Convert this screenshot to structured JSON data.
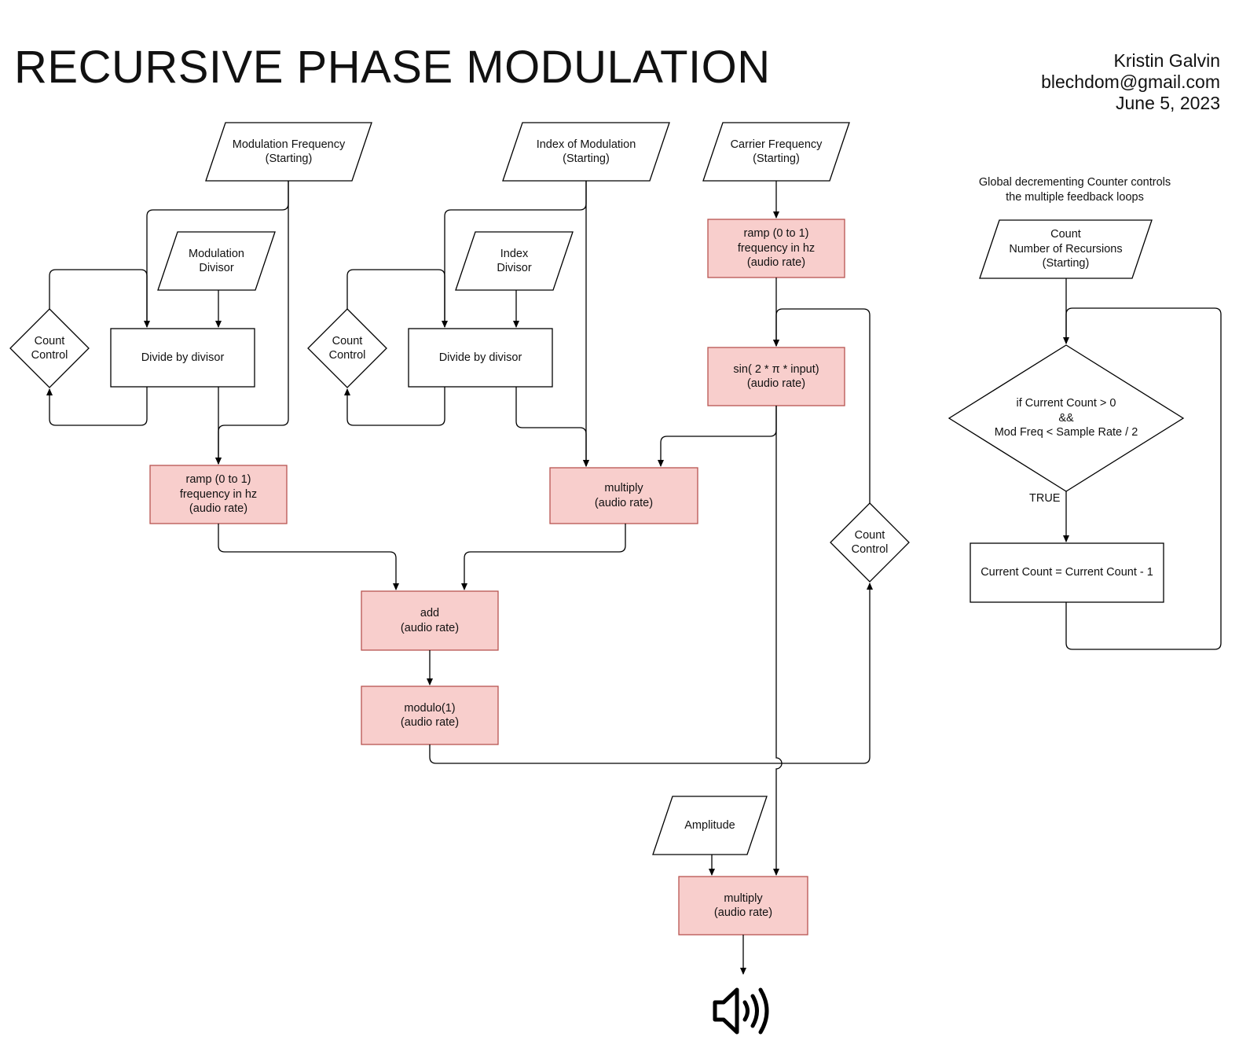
{
  "header": {
    "title": "RECURSIVE PHASE MODULATION",
    "author": "Kristin Galvin",
    "email": "blechdom@gmail.com",
    "date": "June 5, 2023"
  },
  "colors": {
    "process_fill": "#f8cecc",
    "process_stroke": "#b85450",
    "line": "#000000"
  },
  "nodes": {
    "mod_freq": [
      "Modulation Frequency",
      "(Starting)"
    ],
    "mod_divisor": [
      "Modulation",
      "Divisor"
    ],
    "count_control_1": [
      "Count",
      "Control"
    ],
    "divide_1": [
      "Divide by divisor"
    ],
    "ramp_mod": [
      "ramp (0 to 1)",
      "frequency in hz",
      "(audio rate)"
    ],
    "index_mod": [
      "Index of Modulation",
      "(Starting)"
    ],
    "index_divisor": [
      "Index",
      "Divisor"
    ],
    "count_control_2": [
      "Count",
      "Control"
    ],
    "divide_2": [
      "Divide by divisor"
    ],
    "multiply_index": [
      "multiply",
      "(audio rate)"
    ],
    "carrier_freq": [
      "Carrier Frequency",
      "(Starting)"
    ],
    "ramp_carrier": [
      "ramp (0 to 1)",
      "frequency in hz",
      "(audio rate)"
    ],
    "sin": [
      "sin( 2 * π * input)",
      "(audio rate)"
    ],
    "count_control_3": [
      "Count",
      "Control"
    ],
    "add": [
      "add",
      "(audio rate)"
    ],
    "modulo": [
      "modulo(1)",
      "(audio rate)"
    ],
    "amplitude": [
      "Amplitude"
    ],
    "multiply_out": [
      "multiply",
      "(audio rate)"
    ],
    "count_recursions": [
      "Count",
      "Number of Recursions",
      "(Starting)"
    ],
    "condition": [
      "if Current Count > 0",
      "&&",
      "Mod Freq < Sample Rate / 2"
    ],
    "decrement": [
      "Current Count = Current Count - 1"
    ]
  },
  "notes": {
    "global_counter": [
      "Global decrementing Counter controls",
      "the multiple feedback loops"
    ],
    "true_label": "TRUE"
  },
  "icons": {
    "output": "speaker-icon"
  }
}
